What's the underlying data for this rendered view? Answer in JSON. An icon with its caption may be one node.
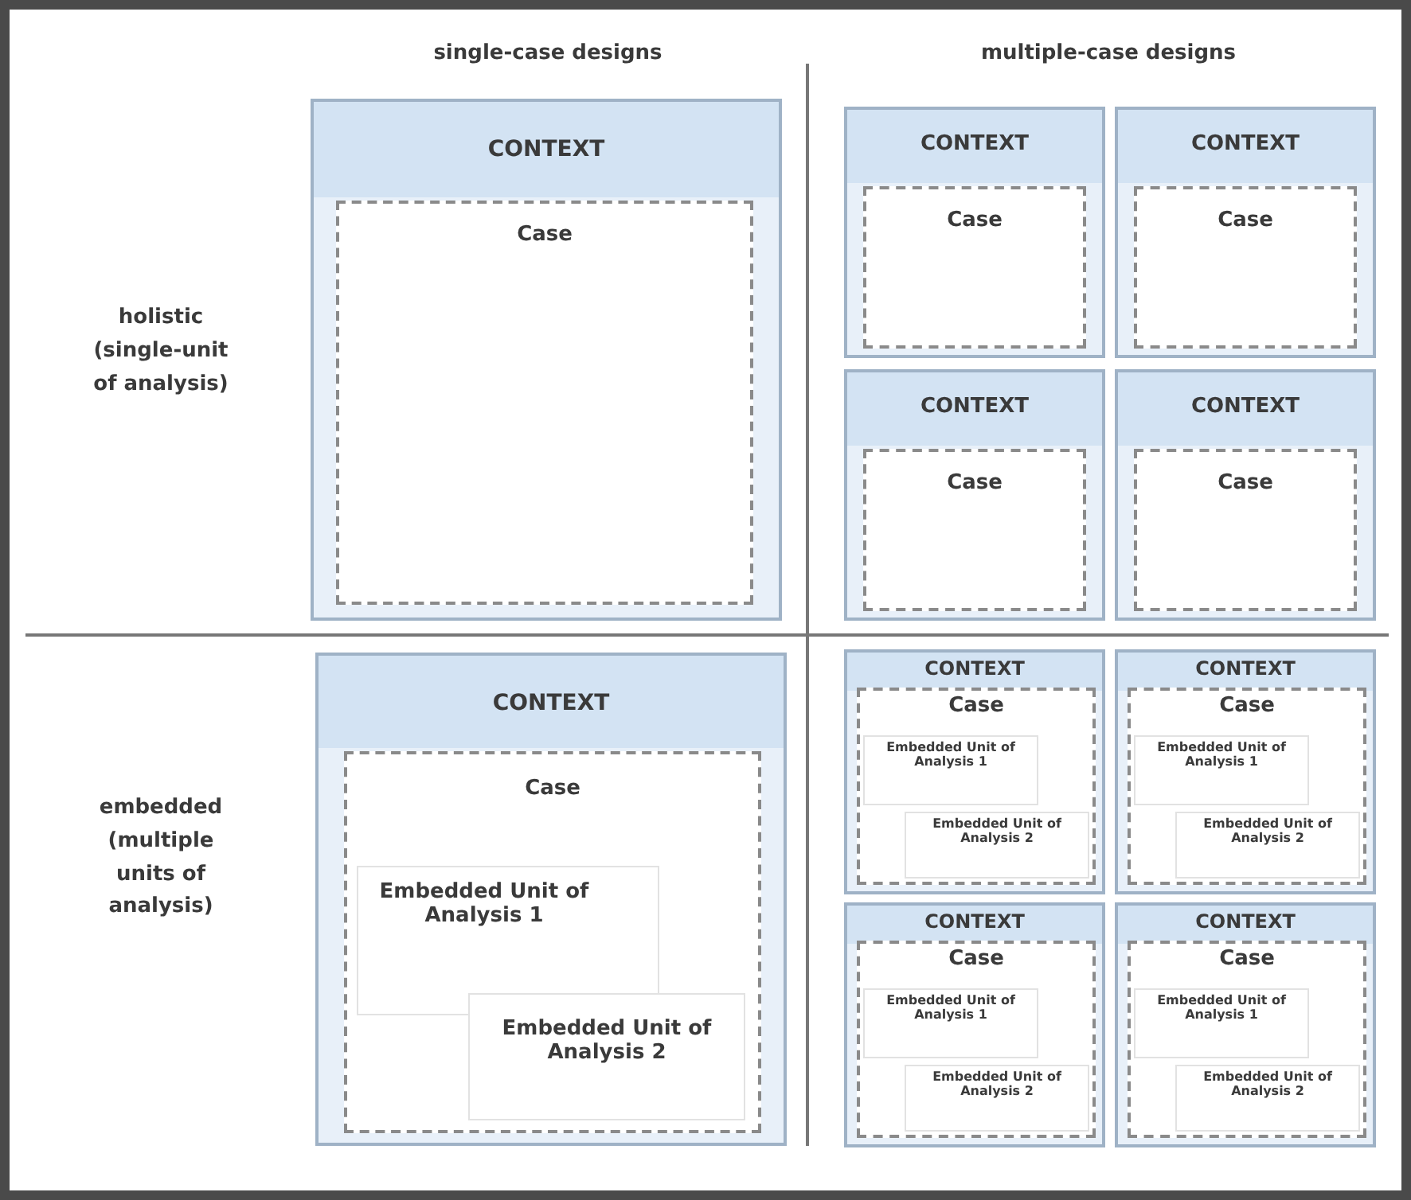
{
  "diagram": {
    "nodes": [
      {
        "text": [
          "CONTEXT"
        ]
      },
      {
        "text": [
          "Case"
        ],
        "in": 0
      },
      {
        "text": [
          "CONTEXT"
        ]
      },
      {
        "text": [
          "Case"
        ],
        "in": 2
      },
      {
        "text": [
          "CONTEXT"
        ]
      },
      {
        "text": [
          "Case"
        ],
        "in": 4
      },
      {
        "text": [
          "CONTEXT"
        ]
      },
      {
        "text": [
          "Case"
        ],
        "in": 6
      },
      {
        "text": [
          "CONTEXT"
        ]
      },
      {
        "text": [
          "Case"
        ],
        "in": 8
      },
      {
        "text": [
          "CONTEXT"
        ]
      },
      {
        "text": [
          "Case"
        ],
        "in": 10
      },
      {
        "text": [
          "Embedded Unit of Analysis 1"
        ],
        "in": 11
      },
      {
        "text": [
          "Embedded Unit of Analysis 2"
        ],
        "in": 11
      },
      {
        "text": [
          "CONTEXT"
        ]
      },
      {
        "text": [
          "Case"
        ],
        "in": 14
      },
      {
        "text": [
          "Embedded Unit of Analysis 1"
        ],
        "in": 15
      },
      {
        "text": [
          "Embedded Unit of Analysis 2"
        ],
        "in": 15
      },
      {
        "text": [
          "CONTEXT"
        ]
      },
      {
        "text": [
          "Case"
        ],
        "in": 18
      },
      {
        "text": [
          "Embedded Unit of Analysis 1"
        ],
        "in": 19
      },
      {
        "text": [
          "Embedded Unit of Analysis 2"
        ],
        "in": 19
      },
      {
        "text": [
          "CONTEXT"
        ]
      },
      {
        "text": [
          "Case"
        ],
        "in": 22
      },
      {
        "text": [
          "Embedded Unit of Analysis 1"
        ],
        "in": 23
      },
      {
        "text": [
          "Embedded Unit of Analysis 2"
        ],
        "in": 23
      },
      {
        "text": [
          "CONTEXT"
        ]
      },
      {
        "text": [
          "Case"
        ],
        "in": 26
      },
      {
        "text": [
          "Embedded Unit of Analysis 1"
        ],
        "in": 27
      },
      {
        "text": [
          "Embedded Unit of Analysis 2"
        ],
        "in": 27
      }
    ],
    "edges": [],
    "labels": [
      "single-case designs",
      "multiple-case designs",
      "holistic (single-unit of analysis)",
      "embedded (multiple units of analysis)"
    ]
  }
}
